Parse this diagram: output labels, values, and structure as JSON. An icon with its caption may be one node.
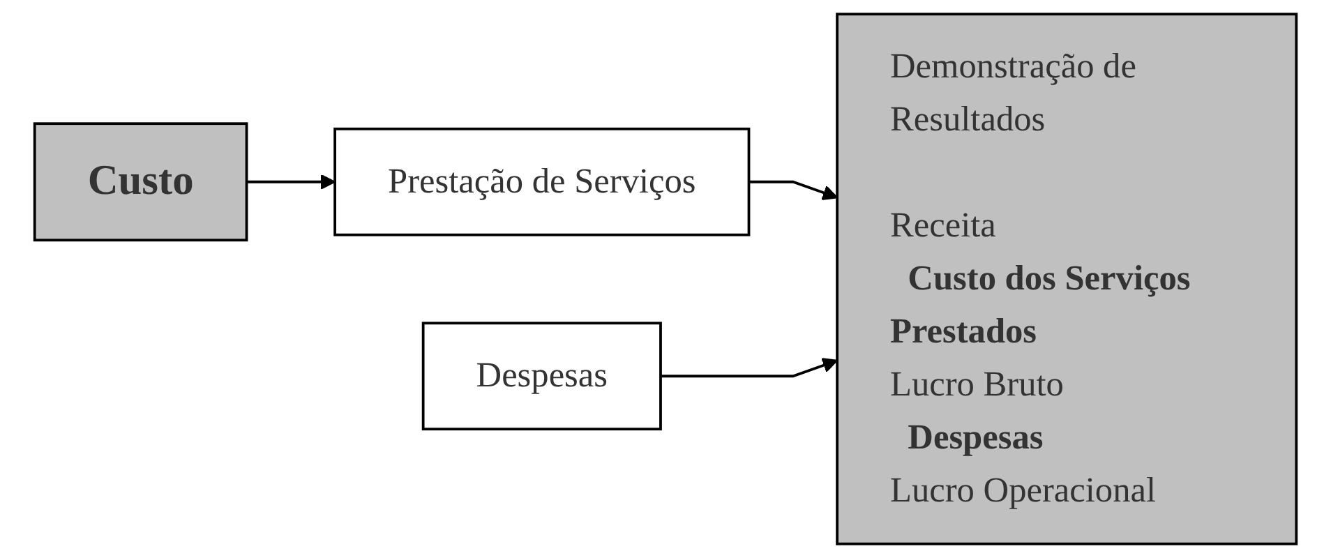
{
  "diagram": {
    "nodes": [
      {
        "text": [
          "Despesas"
        ]
      },
      {
        "text": [
          "Custo"
        ]
      },
      {
        "text": [
          "Prestação de Serviços"
        ]
      },
      {
        "text": [
          "Demonstração de Resultados",
          "Receita",
          "Custo dos Serviços Prestados",
          "Lucro Bruto",
          "Despesas",
          "Lucro Operacional"
        ]
      }
    ],
    "edges": [
      {
        "from": 1,
        "to": 2,
        "arrow": "to"
      },
      {
        "from": 2,
        "to": 3,
        "arrow": "to"
      },
      {
        "from": 0,
        "to": 3,
        "arrow": "to"
      }
    ]
  }
}
